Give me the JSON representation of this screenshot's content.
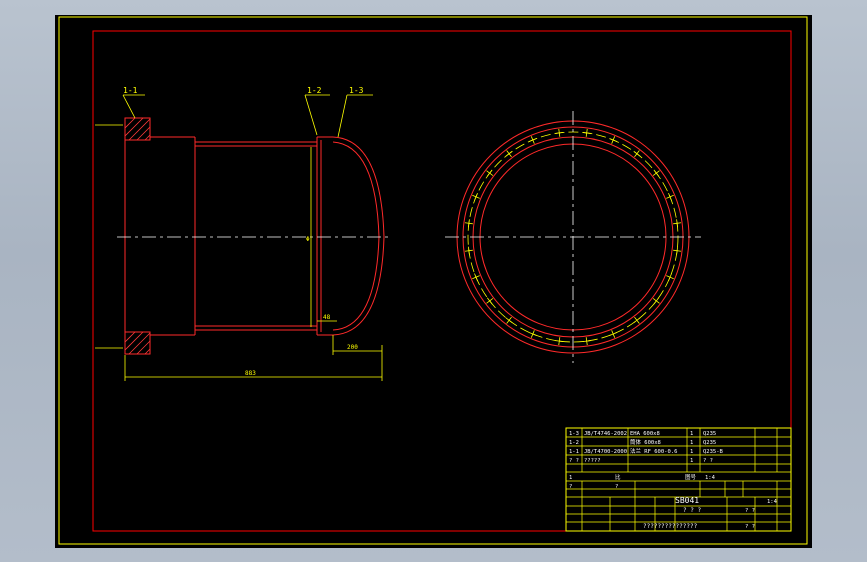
{
  "colors": {
    "frame": "#ffff00",
    "border": "#ff0000",
    "part": "#ff2a2a",
    "centerline": "#ffffff",
    "dimension": "#ffff00",
    "hatch": "#ff3b3b",
    "text": "#ffffff"
  },
  "callouts": {
    "c1": "1-1",
    "c2": "1-2",
    "c3": "1-3"
  },
  "dimensions": {
    "overall_length": "883",
    "head_depth": "200",
    "wall": "48",
    "diameter": "Φ"
  },
  "title_block": {
    "parts": [
      {
        "seq": "1-3",
        "code": "JB/T4746-2002",
        "name": "EHA 600x8",
        "qty": "1",
        "material": "Q235",
        "mass": "",
        "note": ""
      },
      {
        "seq": "1-2",
        "code": "",
        "name": "筒体 600x8",
        "qty": "1",
        "material": "Q235",
        "mass": "",
        "note": ""
      },
      {
        "seq": "1-1",
        "code": "JB/T4700-2000",
        "name": "法兰 RF 600-0.6",
        "qty": "1",
        "material": "Q235-B",
        "mass": "",
        "note": ""
      }
    ],
    "header": {
      "seq": "? ?",
      "code": "?????",
      "name": "",
      "qty": "1",
      "material": "? ?",
      "mass": "",
      "note": ""
    },
    "drawing_number": "SB041",
    "title": "? ? ?",
    "subtitle": "???????????????",
    "scale": "1:4",
    "sheet": "1",
    "labels": {
      "r1a": "1",
      "r1b": "比",
      "r1c": "图号",
      "r1d": "1:4",
      "r2a": "?",
      "r2b": "?",
      "q1": "? ?",
      "q2": "? ?"
    }
  }
}
